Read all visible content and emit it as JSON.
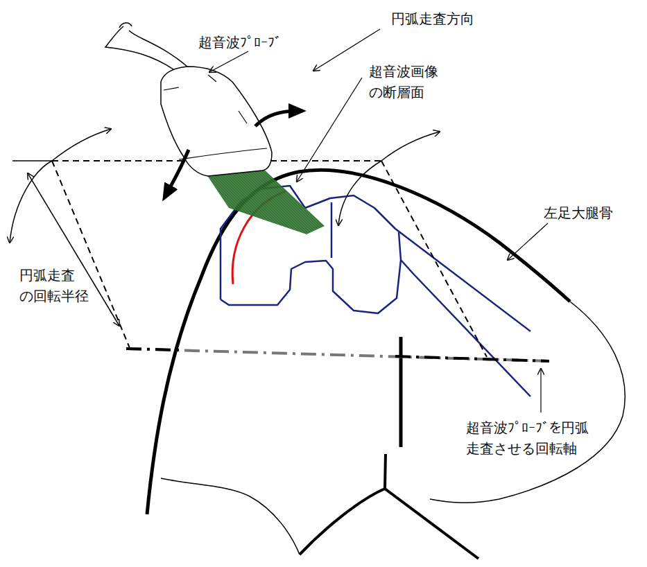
{
  "diagram": {
    "labels": [
      "円弧走査方向",
      "超音波ﾌﾟﾛｰﾌﾞ",
      "超音波画像 の断層面",
      "左足大腿骨",
      "円弧走査 の回転半径",
      "超音波ﾌﾟﾛｰﾌﾞを円弧 走査させる回転軸"
    ]
  }
}
